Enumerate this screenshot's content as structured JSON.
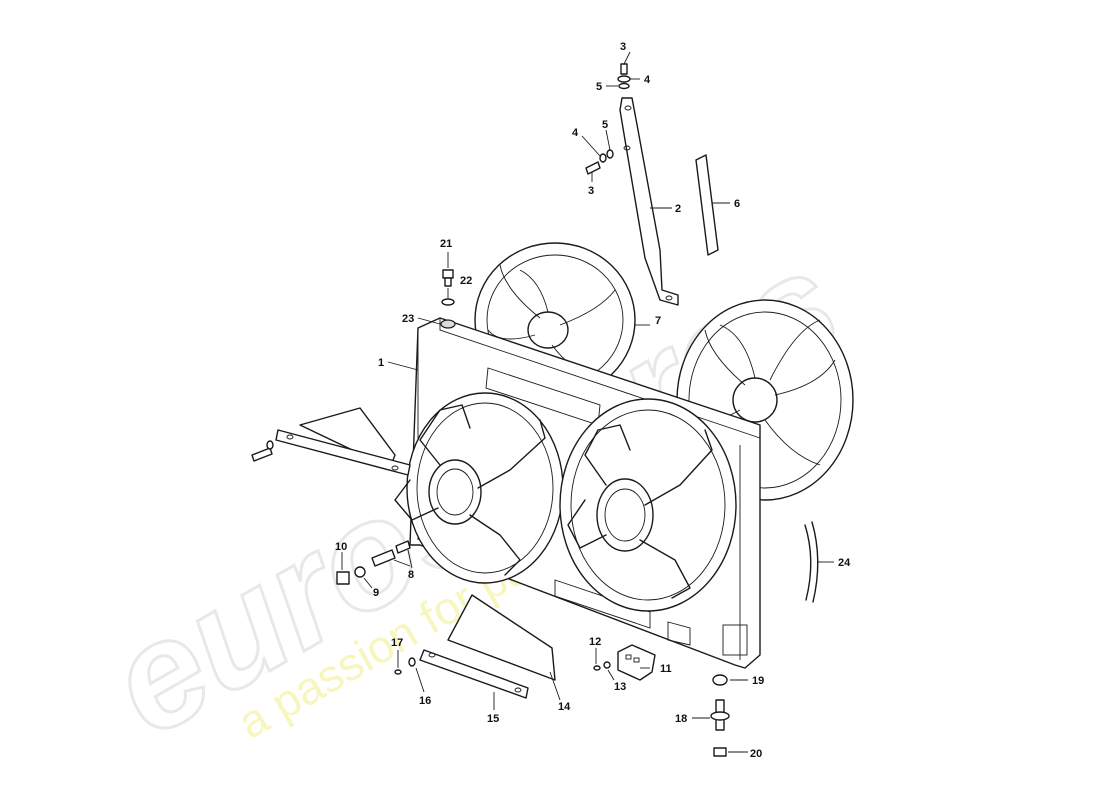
{
  "watermark": {
    "logo_text": "eurospares",
    "slogan_text": "a passion for parts since 1985",
    "logo_color": "#d9d9d9",
    "slogan_color": "#f1f08a"
  },
  "callouts": {
    "c1": "1",
    "c2": "2",
    "c3a": "3",
    "c3b": "3",
    "c4a": "4",
    "c4b": "4",
    "c5a": "5",
    "c5b": "5",
    "c6": "6",
    "c7": "7",
    "c8": "8",
    "c9": "9",
    "c10": "10",
    "c11": "11",
    "c12": "12",
    "c13": "13",
    "c14": "14",
    "c15": "15",
    "c16": "16",
    "c17": "17",
    "c18": "18",
    "c19": "19",
    "c20": "20",
    "c21": "21",
    "c22": "22",
    "c23": "23",
    "c24": "24"
  }
}
